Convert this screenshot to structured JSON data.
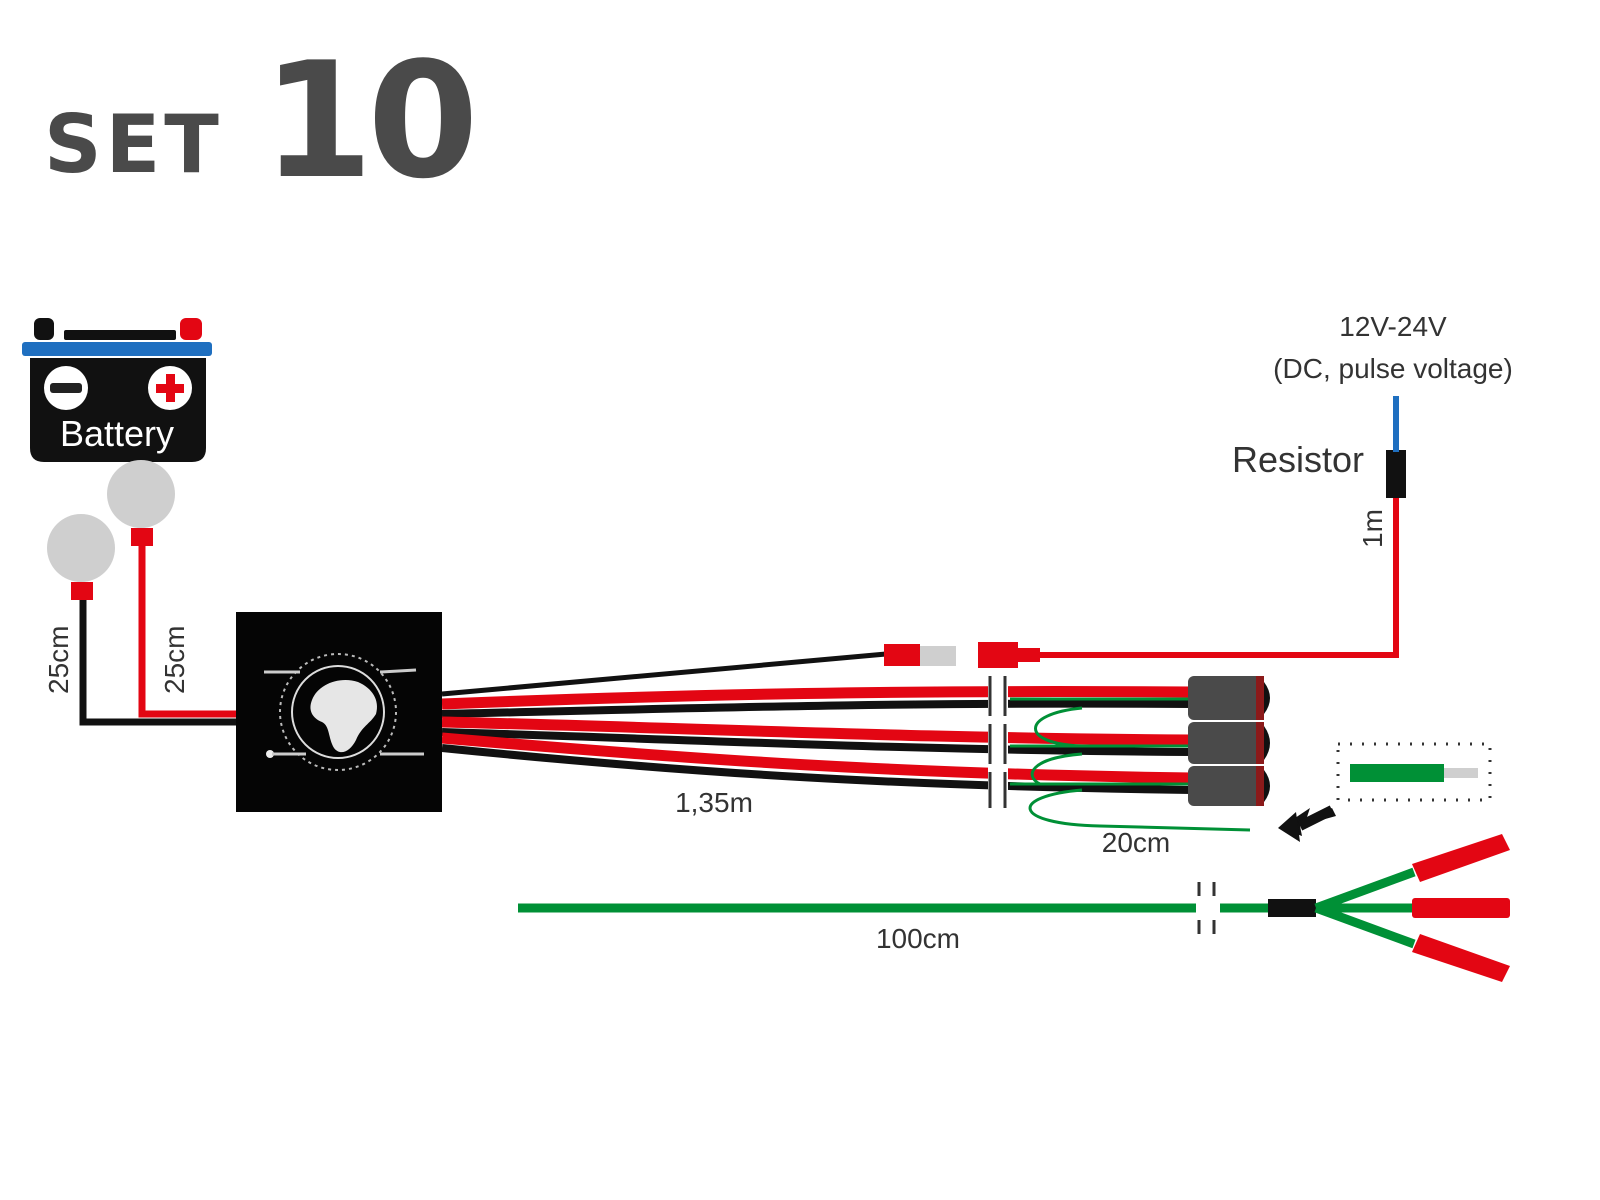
{
  "title": {
    "prefix": "SET",
    "number": "10"
  },
  "battery": {
    "label": "Battery",
    "negative_symbol": "minus-icon",
    "positive_symbol": "plus-icon"
  },
  "wires": {
    "battery_negative_length": "25cm",
    "battery_positive_length": "25cm",
    "main_harness_length": "1,35m",
    "signal_wire_length": "1m",
    "green_loop_length": "20cm",
    "green_extension_length": "100cm"
  },
  "power_input": {
    "voltage": "12V-24V",
    "type": "(DC, pulse voltage)",
    "resistor_label": "Resistor"
  },
  "colors": {
    "red": "#e30613",
    "black": "#111111",
    "green": "#009036",
    "blue": "#1f6fc0",
    "grey": "#cfcfcf",
    "connector": "#4a4a4a",
    "title": "#4a4a4a"
  }
}
